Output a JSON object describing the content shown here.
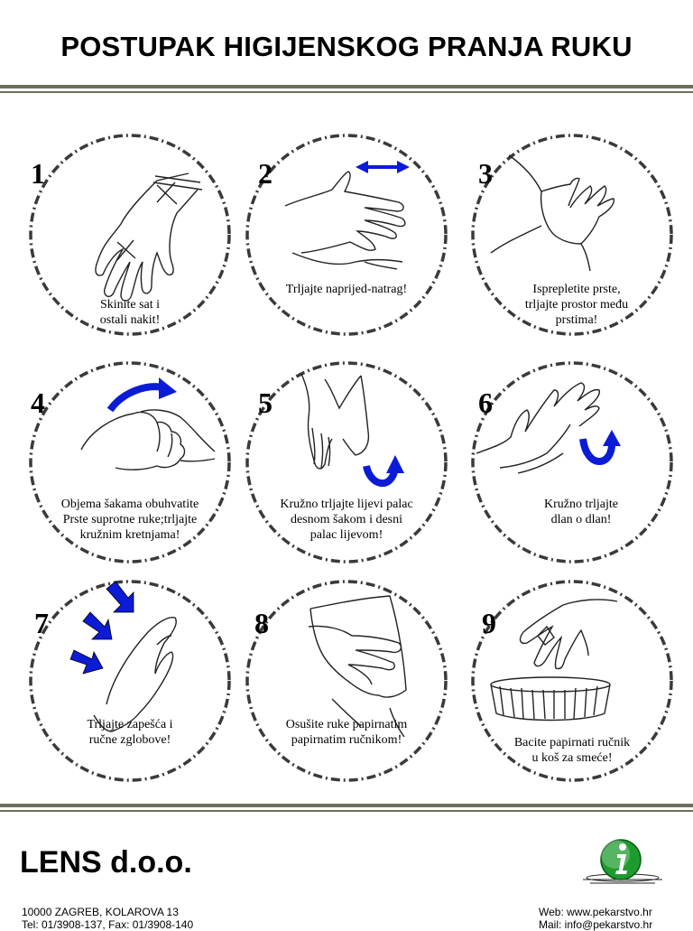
{
  "title": "POSTUPAK HIGIJENSKOG PRANJA RUKU",
  "steps": [
    {
      "number": "1",
      "lines": [
        "Skinite sat i",
        "ostali nakit!"
      ]
    },
    {
      "number": "2",
      "lines": [
        "Trljajte naprijed-natrag!"
      ]
    },
    {
      "number": "3",
      "lines": [
        "Isprepletite prste,",
        "trljajte prostor među",
        "prstima!"
      ]
    },
    {
      "number": "4",
      "lines": [
        "Objema šakama obuhvatite",
        "Prste suprotne ruke;trljajte",
        "kružnim kretnjama!"
      ]
    },
    {
      "number": "5",
      "lines": [
        "Kružno trljajte lijevi palac",
        "desnom šakom i desni",
        "palac lijevom!"
      ]
    },
    {
      "number": "6",
      "lines": [
        "Kružno trljajte",
        "dlan o dlan!"
      ]
    },
    {
      "number": "7",
      "lines": [
        "Trljajte zapešća i",
        "ručne zglobove!"
      ]
    },
    {
      "number": "8",
      "lines": [
        "Osušite ruke papirnatim",
        "papirnatim ručnikom!"
      ]
    },
    {
      "number": "9",
      "lines": [
        "Bacite papirnati ručnik",
        "u koš za smeće!"
      ]
    }
  ],
  "footer": {
    "company": "LENS d.o.o.",
    "address": "10000 ZAGREB, KOLAROVA 13",
    "phone": "Tel: 01/3908-137, Fax: 01/3908-140",
    "web": "Web: www.pekarstvo.hr",
    "mail": "Mail: info@pekarstvo.hr"
  },
  "icons": {
    "logo": "info-circle-icon",
    "arrow_color": "#0b1bd6",
    "rule_color": "#6d6f5d",
    "logo_color": "#1e9b2f"
  }
}
